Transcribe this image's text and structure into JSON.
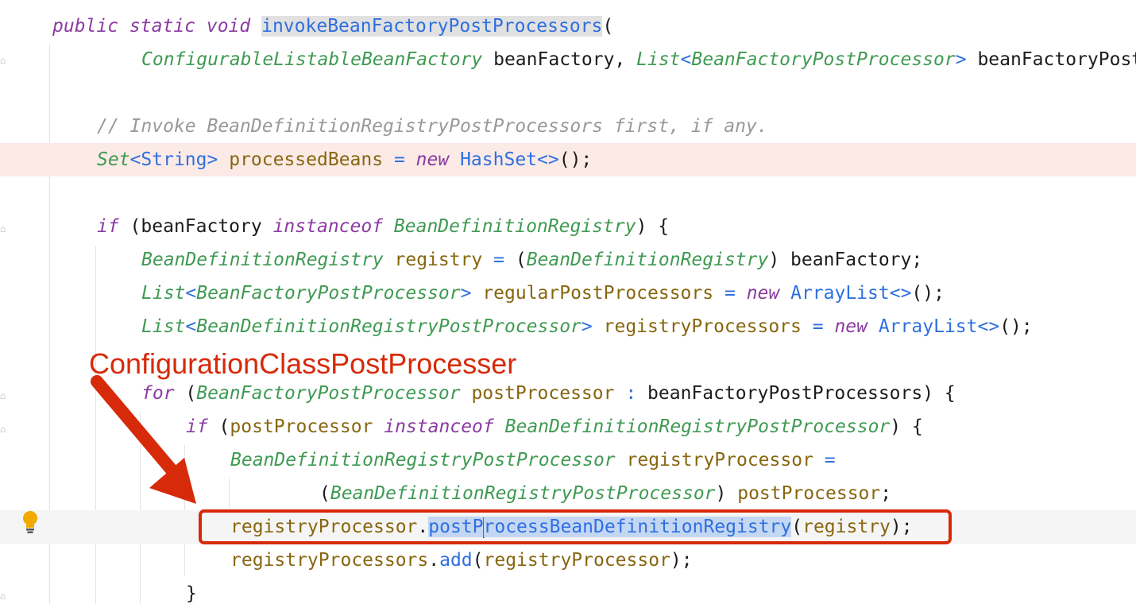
{
  "editor": {
    "lines": [
      {
        "id": "l1",
        "tokens": [
          [
            "kw",
            "public static void "
          ],
          [
            "fn name-hl",
            "invokeBeanFactoryPostProcessors"
          ],
          [
            "pln",
            "("
          ]
        ]
      },
      {
        "id": "l2",
        "tokens": [
          [
            "typ",
            "ConfigurableListableBeanFactory"
          ],
          [
            "pln",
            " beanFactory, "
          ],
          [
            "typ",
            "List"
          ],
          [
            "op",
            "<"
          ],
          [
            "typ",
            "BeanFactoryPostProcessor"
          ],
          [
            "op",
            ">"
          ],
          [
            "pln",
            " beanFactoryPostProcessors) {"
          ]
        ]
      },
      {
        "id": "l3",
        "tokens": []
      },
      {
        "id": "l4",
        "tokens": [
          [
            "cmt",
            "// Invoke BeanDefinitionRegistryPostProcessors first, if any."
          ]
        ]
      },
      {
        "id": "l5",
        "tokens": [
          [
            "typ",
            "Set"
          ],
          [
            "op",
            "<"
          ],
          [
            "cls",
            "String"
          ],
          [
            "op",
            ">"
          ],
          [
            "pln",
            " "
          ],
          [
            "var",
            "processedBeans"
          ],
          [
            "pln",
            " "
          ],
          [
            "op",
            "="
          ],
          [
            "pln",
            " "
          ],
          [
            "kw",
            "new"
          ],
          [
            "pln",
            " "
          ],
          [
            "cls",
            "HashSet"
          ],
          [
            "op",
            "<>"
          ],
          [
            "pln",
            "();"
          ]
        ]
      },
      {
        "id": "l6",
        "tokens": []
      },
      {
        "id": "l7",
        "tokens": [
          [
            "kw",
            "if"
          ],
          [
            "pln",
            " (beanFactory "
          ],
          [
            "kw",
            "instanceof"
          ],
          [
            "pln",
            " "
          ],
          [
            "typ",
            "BeanDefinitionRegistry"
          ],
          [
            "pln",
            ") {"
          ]
        ]
      },
      {
        "id": "l8",
        "tokens": [
          [
            "typ",
            "BeanDefinitionRegistry"
          ],
          [
            "pln",
            " "
          ],
          [
            "var",
            "registry"
          ],
          [
            "pln",
            " "
          ],
          [
            "op",
            "="
          ],
          [
            "pln",
            " ("
          ],
          [
            "typ",
            "BeanDefinitionRegistry"
          ],
          [
            "pln",
            ") beanFactory;"
          ]
        ]
      },
      {
        "id": "l9",
        "tokens": [
          [
            "typ",
            "List"
          ],
          [
            "op",
            "<"
          ],
          [
            "typ",
            "BeanFactoryPostProcessor"
          ],
          [
            "op",
            ">"
          ],
          [
            "pln",
            " "
          ],
          [
            "var",
            "regularPostProcessors"
          ],
          [
            "pln",
            " "
          ],
          [
            "op",
            "="
          ],
          [
            "pln",
            " "
          ],
          [
            "kw",
            "new"
          ],
          [
            "pln",
            " "
          ],
          [
            "cls",
            "ArrayList"
          ],
          [
            "op",
            "<>"
          ],
          [
            "pln",
            "();"
          ]
        ]
      },
      {
        "id": "l10",
        "tokens": [
          [
            "typ",
            "List"
          ],
          [
            "op",
            "<"
          ],
          [
            "typ",
            "BeanDefinitionRegistryPostProcessor"
          ],
          [
            "op",
            ">"
          ],
          [
            "pln",
            " "
          ],
          [
            "var",
            "registryProcessors"
          ],
          [
            "pln",
            " "
          ],
          [
            "op",
            "="
          ],
          [
            "pln",
            " "
          ],
          [
            "kw",
            "new"
          ],
          [
            "pln",
            " "
          ],
          [
            "cls",
            "ArrayList"
          ],
          [
            "op",
            "<>"
          ],
          [
            "pln",
            "();"
          ]
        ]
      },
      {
        "id": "l11",
        "tokens": []
      },
      {
        "id": "l12",
        "tokens": [
          [
            "kw",
            "for"
          ],
          [
            "pln",
            " ("
          ],
          [
            "typ",
            "BeanFactoryPostProcessor"
          ],
          [
            "pln",
            " "
          ],
          [
            "var",
            "postProcessor"
          ],
          [
            "pln",
            " "
          ],
          [
            "op",
            ":"
          ],
          [
            "pln",
            " beanFactoryPostProcessors) {"
          ]
        ]
      },
      {
        "id": "l13",
        "tokens": [
          [
            "kw",
            "if"
          ],
          [
            "pln",
            " ("
          ],
          [
            "var",
            "postProcessor"
          ],
          [
            "pln",
            " "
          ],
          [
            "kw",
            "instanceof"
          ],
          [
            "pln",
            " "
          ],
          [
            "typ",
            "BeanDefinitionRegistryPostProcessor"
          ],
          [
            "pln",
            ") {"
          ]
        ]
      },
      {
        "id": "l14",
        "tokens": [
          [
            "typ",
            "BeanDefinitionRegistryPostProcessor"
          ],
          [
            "pln",
            " "
          ],
          [
            "var",
            "registryProcessor"
          ],
          [
            "pln",
            " "
          ],
          [
            "op",
            "="
          ]
        ]
      },
      {
        "id": "l15",
        "tokens": [
          [
            "pln",
            "("
          ],
          [
            "typ",
            "BeanDefinitionRegistryPostProcessor"
          ],
          [
            "pln",
            ") "
          ],
          [
            "var",
            "postProcessor"
          ],
          [
            "pln",
            ";"
          ]
        ]
      },
      {
        "id": "l16",
        "tokens": [
          [
            "var",
            "registryProcessor"
          ],
          [
            "pln",
            "."
          ],
          [
            "fn sel",
            "postP"
          ],
          [
            "caret",
            ""
          ],
          [
            "fn sel",
            "rocessBeanDefinitionRegistry"
          ],
          [
            "pln",
            "("
          ],
          [
            "var",
            "registry"
          ],
          [
            "pln",
            ");"
          ]
        ]
      },
      {
        "id": "l17",
        "tokens": [
          [
            "var",
            "registryProcessors"
          ],
          [
            "pln",
            "."
          ],
          [
            "fn",
            "add"
          ],
          [
            "pln",
            "("
          ],
          [
            "var",
            "registryProcessor"
          ],
          [
            "pln",
            ");"
          ]
        ]
      },
      {
        "id": "l18",
        "tokens": [
          [
            "pln",
            "}"
          ]
        ]
      }
    ]
  },
  "annotation": {
    "label": "ConfigurationClassPostProcesser",
    "color": "#d72a0a"
  },
  "icons": {
    "intention": "lightbulb-icon",
    "fold": "fold-marker-icon"
  }
}
